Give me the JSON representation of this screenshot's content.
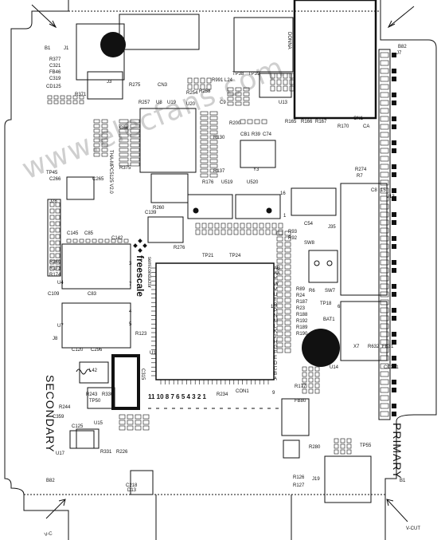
{
  "watermark": "www.elecfans.com",
  "side_labels": {
    "primary": "PRIMARY",
    "secondary": "SECONDARY"
  },
  "edge_labels": {
    "vcut_left": "V-C",
    "vcut_right": "V-CUT"
  },
  "brand": {
    "name": "freescale",
    "sub": "semiconductor"
  },
  "refdes": {
    "b1_left": "B1",
    "b82_top": "B82",
    "b82_left": "B82",
    "b1_right": "B1",
    "j7": "J7",
    "j1": "J1",
    "j3": "J3",
    "j5": "J5",
    "j6": "J6",
    "j8": "J8",
    "j13": "J13",
    "j19": "J19",
    "j28": "J28",
    "j35": "J35",
    "u1": "U1",
    "u4": "U4",
    "u7": "U7",
    "u8": "U8",
    "u13": "U13",
    "u14": "U14",
    "u15": "U15",
    "u17": "U17",
    "u19": "U19",
    "u20": "U20",
    "u519": "U519",
    "u520": "U520",
    "y3": "Y3",
    "x7": "X7",
    "d13": "D13",
    "dona": "DONNA",
    "tp38": "TP38",
    "tp39": "TP39",
    "tp21": "TP21",
    "tp24": "TP24",
    "tp45": "TP45",
    "tp46": "TP46",
    "tp50": "TP50",
    "tp55": "TP55",
    "tp18": "TP18",
    "tp64": "TP64",
    "tp63": "TP63",
    "sw8": "SW8",
    "sw7": "SW7",
    "bat1": "BAT1",
    "cn1": "CN1",
    "cn3": "CN3",
    "con1": "CON1",
    "ca": "CA",
    "l42": "L42",
    "l24": "L24",
    "c54": "C54",
    "c139": "C139",
    "c145": "C145",
    "c85": "C85",
    "c142": "C142",
    "c109": "C109",
    "c83": "C83",
    "c120": "C120",
    "c296": "C296",
    "c315": "C315",
    "c125": "C125",
    "c218": "C218",
    "c84": "C84",
    "c74": "C74",
    "c8": "C8",
    "c9": "C9",
    "c266": "C266",
    "c265": "C265",
    "c288": "C288",
    "cd291": "CD291",
    "cb1": "CB1",
    "r377": "R377",
    "c321": "C321",
    "fb46": "FB46",
    "c319": "C319",
    "cd125": "CD125",
    "r371": "R371",
    "r275": "R275",
    "r257": "R257",
    "r254": "R254",
    "r991": "R991",
    "r258": "R258",
    "r200": "R200",
    "r39": "R39",
    "r165": "R165",
    "r166": "R166",
    "r167": "R167",
    "r170": "R170",
    "r274": "R274",
    "r7": "R7",
    "r260": "R260",
    "r276": "R276",
    "r93": "R93",
    "r92": "R92",
    "r89": "R89",
    "r6": "R6",
    "r24": "R24",
    "r187": "R187",
    "r23": "R23",
    "r188": "R188",
    "r192": "R192",
    "r189": "R189",
    "r190": "R190",
    "r632": "R632",
    "fb81": "FB81",
    "r244": "R244",
    "r243": "R243",
    "r330": "R330",
    "r234": "R234",
    "r177": "R177",
    "r280": "R280",
    "r126": "R126",
    "r127": "R127",
    "r123": "R123",
    "r331": "R331",
    "r226": "R226",
    "r375": "R375",
    "r130": "R130",
    "r137": "R137",
    "r176": "R176",
    "r240": "R240",
    "r173": "R173",
    "r174": "R174",
    "fb80": "FB80",
    "c359": "C359",
    "imx": "THA-MPC5125 V2.0"
  },
  "pin_rows": {
    "bottom_core": "11 10  8  7  6  5  4  3  2  1",
    "core_right": "AB AA Y W V U T R P N M L K J H G F E D C B A",
    "hdr_16": "16",
    "hdr_1": "1",
    "hdr_15": "15",
    "num_9": "9",
    "num_10": "10",
    "num_3": "3",
    "num_4": "4",
    "num_7": "7",
    "num_6": "6",
    "num_5": "5"
  }
}
